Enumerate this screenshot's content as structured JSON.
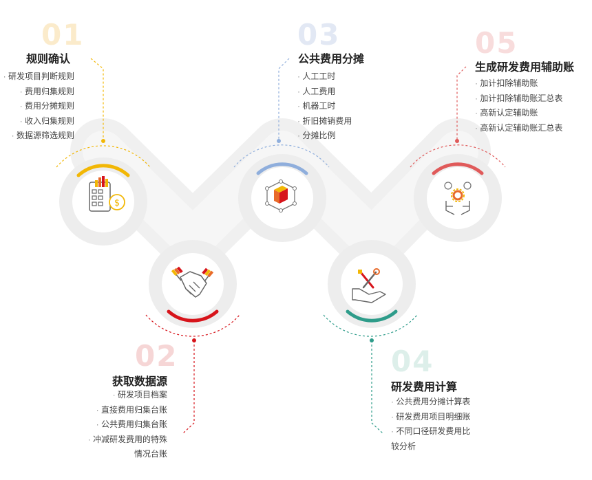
{
  "steps": [
    {
      "number": "01",
      "title": "规则确认",
      "items": [
        "研发项目判断规则",
        "费用归集规则",
        "费用分摊规则",
        "收入归集规则",
        "数据源筛选规则"
      ],
      "number_color": "#FBEBCB",
      "accent_color": "#F2B705",
      "icon": "calculator-dollar-icon"
    },
    {
      "number": "02",
      "title": "获取数据源",
      "items": [
        "研发项目档案",
        "直接费用归集台账",
        "公共费用归集台账",
        "冲减研发费用的特殊情况台账"
      ],
      "number_color": "#F6D6D6",
      "accent_color": "#D7141B",
      "icon": "handshake-icon"
    },
    {
      "number": "03",
      "title": "公共费用分摊",
      "items": [
        "人工工时",
        "人工费用",
        "机器工时",
        "折旧摊销费用",
        "分摊比例"
      ],
      "number_color": "#E2E8F4",
      "accent_color": "#8FAEDC",
      "icon": "cube-network-icon"
    },
    {
      "number": "04",
      "title": "研发费用计算",
      "items": [
        "公共费用分摊计算表",
        "研发费用项目明细账",
        "不同口径研发费用比较分析"
      ],
      "number_color": "#DDEFEA",
      "accent_color": "#2E9C8A",
      "icon": "tools-hand-icon"
    },
    {
      "number": "05",
      "title": "生成研发费用辅助账",
      "items": [
        "加计扣除辅助账",
        "加计扣除辅助账汇总表",
        "高新认定辅助账",
        "高新认定辅助账汇总表"
      ],
      "number_color": "#F8DCDC",
      "accent_color": "#E05A5A",
      "icon": "gears-hands-icon"
    }
  ]
}
